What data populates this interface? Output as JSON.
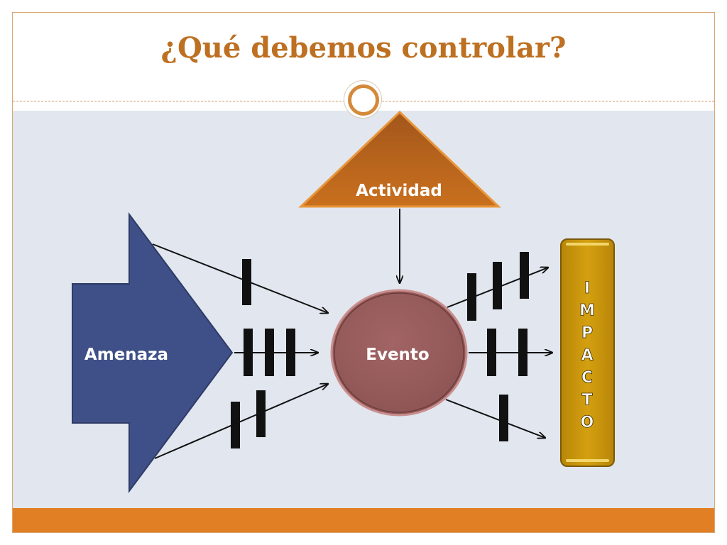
{
  "slide": {
    "title": "¿Qué debemos controlar?"
  },
  "diagram": {
    "threat_label": "Amenaza",
    "activity_label": "Actividad",
    "event_label": "Evento",
    "impact_letters": [
      "I",
      "M",
      "P",
      "A",
      "C",
      "T",
      "O"
    ]
  },
  "colors": {
    "title": "#bd7021",
    "threat": "#3f5088",
    "activity": "#b4621a",
    "event": "#9b5f5f",
    "impact": "#c9960e",
    "footer": "#e17f25",
    "background": "#e1e6ef"
  }
}
